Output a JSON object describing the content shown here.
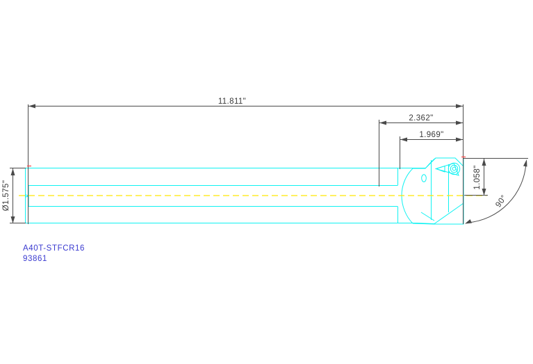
{
  "drawing": {
    "background_color": "#ffffff",
    "geometry_color": "#00f2f2",
    "centerline_color": "#ffe600",
    "dimension_color": "#4a4a4a",
    "label_color": "#3a3ad0",
    "part_number": "A40T-STFCR16",
    "drawing_number": "93861",
    "dimensions": {
      "overall_length": "11.811\"",
      "head_length_outer": "2.362\"",
      "head_length_inner": "1.969\"",
      "bar_diameter": "Ø1.575\"",
      "head_height": "1.058\"",
      "lead_angle": "90°"
    }
  }
}
